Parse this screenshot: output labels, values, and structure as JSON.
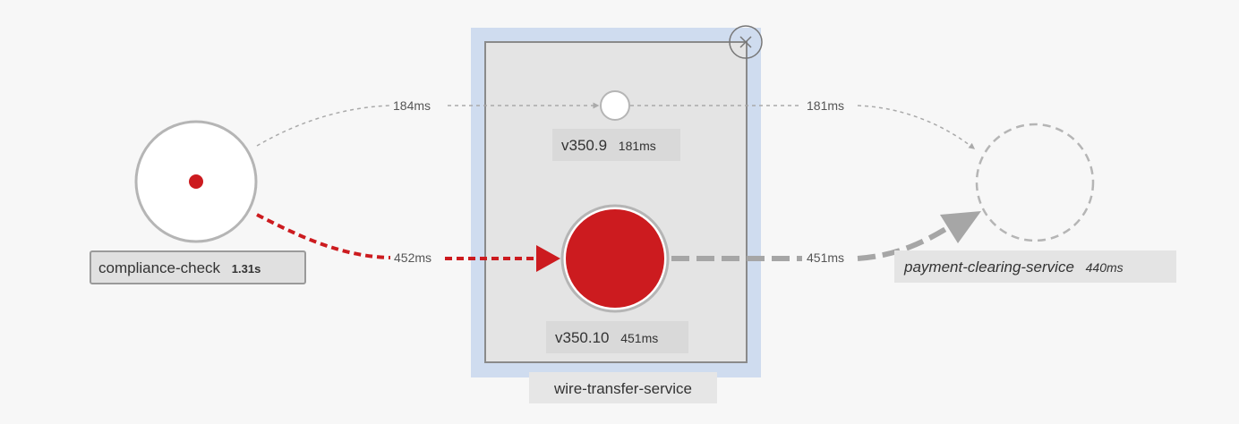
{
  "colors": {
    "background": "#f7f7f7",
    "error": "#cc1b1f",
    "group_highlight": "#cfdcef",
    "group_fill": "#e4e4e4",
    "group_border": "#8a8a8a",
    "node_border": "#b5b5b5",
    "edge_normal": "#a6a6a6",
    "edge_light": "#aaaaaa",
    "label_bg": "#e0e0e0"
  },
  "group": {
    "name": "wire-transfer-service",
    "close_icon": "close-icon"
  },
  "nodes": {
    "source": {
      "name": "compliance-check",
      "time": "1.31s"
    },
    "version_a": {
      "name": "v350.9",
      "time": "181ms"
    },
    "version_b": {
      "name": "v350.10",
      "time": "451ms"
    },
    "target": {
      "name": "payment-clearing-service",
      "time": "440ms"
    }
  },
  "edges": {
    "source_to_version_a": "184ms",
    "version_a_to_target": "181ms",
    "source_to_version_b": "452ms",
    "version_b_to_target": "451ms"
  }
}
